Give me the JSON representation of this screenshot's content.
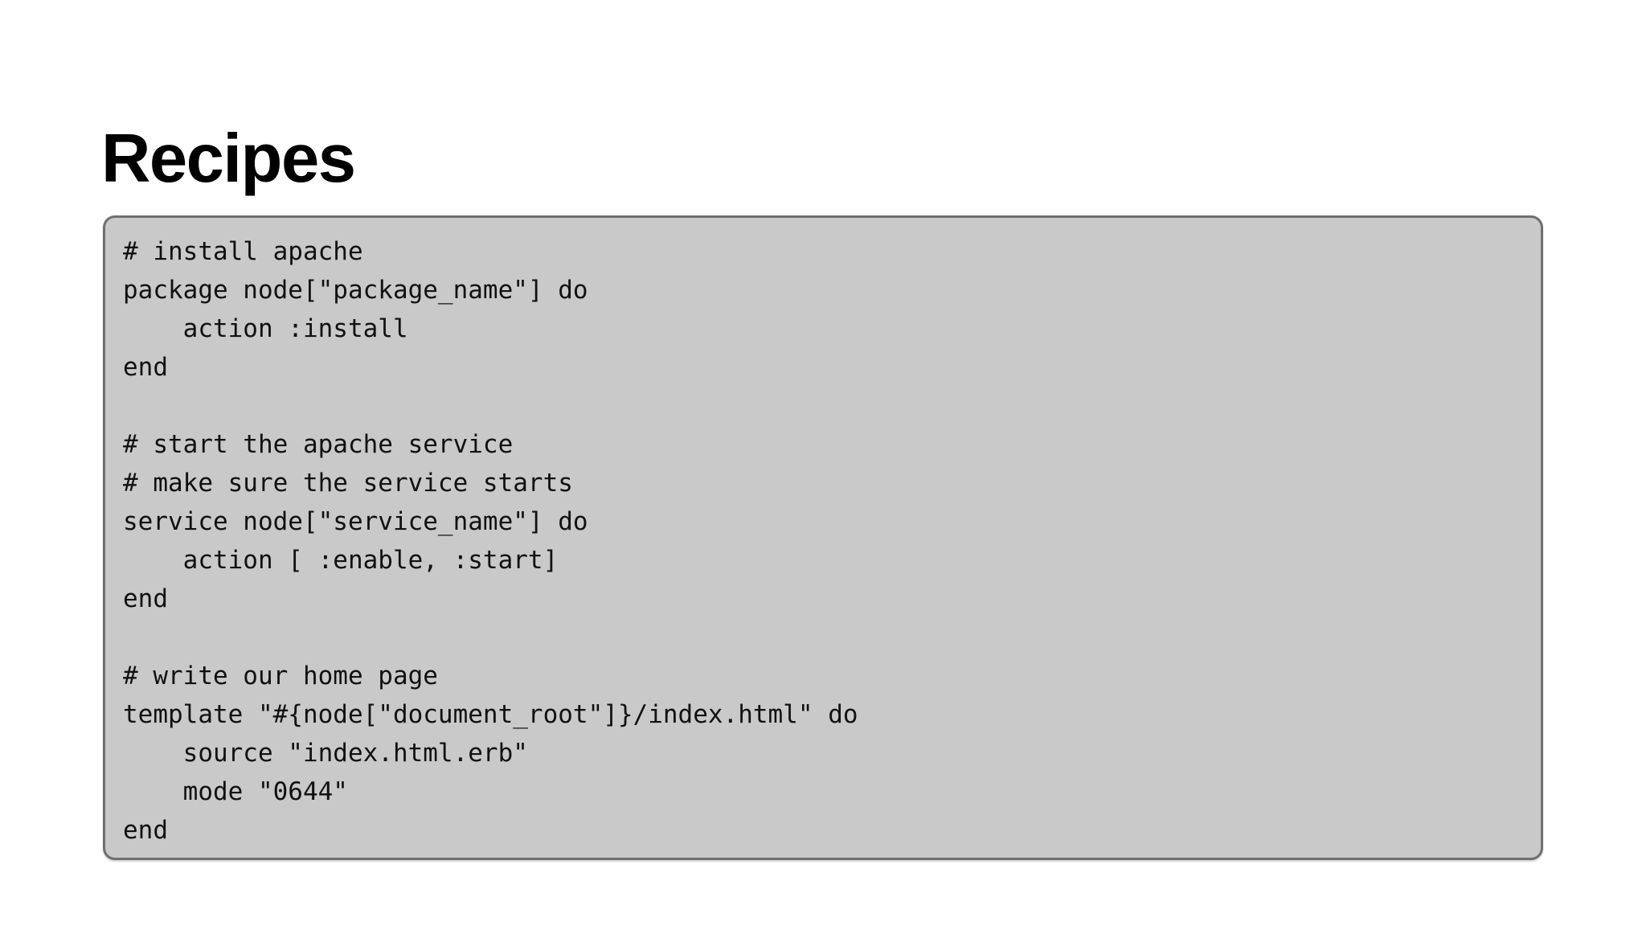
{
  "slide": {
    "title": "Recipes",
    "background_color": "#ffffff",
    "title_color": "#000000"
  },
  "code_block": {
    "name": "chef-recipe-code-block",
    "language": "ruby",
    "background_color": "#c9c9c9",
    "border_color": "#6f6f6f",
    "text_color": "#111111",
    "lines": [
      "# install apache",
      "package node[\"package_name\"] do",
      "    action :install",
      "end",
      "",
      "# start the apache service",
      "# make sure the service starts",
      "service node[\"service_name\"] do",
      "    action [ :enable, :start]",
      "end",
      "",
      "# write our home page",
      "template \"#{node[\"document_root\"]}/index.html\" do",
      "    source \"index.html.erb\"",
      "    mode \"0644\"",
      "end"
    ]
  }
}
